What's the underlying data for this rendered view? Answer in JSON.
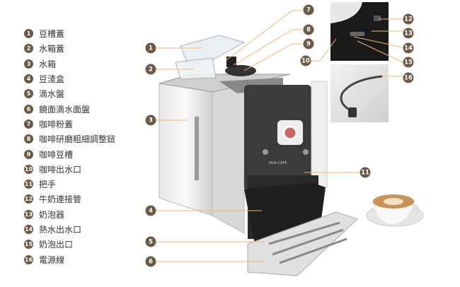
{
  "colors": {
    "badge": "#6b5a45",
    "leader": "#f5b57a"
  },
  "parts": [
    {
      "n": "1",
      "label": "豆槽蓋"
    },
    {
      "n": "2",
      "label": "水箱蓋"
    },
    {
      "n": "3",
      "label": "水箱"
    },
    {
      "n": "4",
      "label": "豆渣盒"
    },
    {
      "n": "5",
      "label": "滴水盤"
    },
    {
      "n": "6",
      "label": "鏡面滴水面盤"
    },
    {
      "n": "7",
      "label": "咖啡粉蓋"
    },
    {
      "n": "8",
      "label": "咖啡研磨粗細調整鈕"
    },
    {
      "n": "9",
      "label": "咖啡豆槽"
    },
    {
      "n": "10",
      "label": "咖啡出水口"
    },
    {
      "n": "11",
      "label": "把手"
    },
    {
      "n": "12",
      "label": "牛奶連接管"
    },
    {
      "n": "13",
      "label": "奶泡器"
    },
    {
      "n": "14",
      "label": "熱水出水口"
    },
    {
      "n": "15",
      "label": "奶泡出口"
    },
    {
      "n": "16",
      "label": "電源線"
    }
  ],
  "brand": "JAVA CAFE"
}
